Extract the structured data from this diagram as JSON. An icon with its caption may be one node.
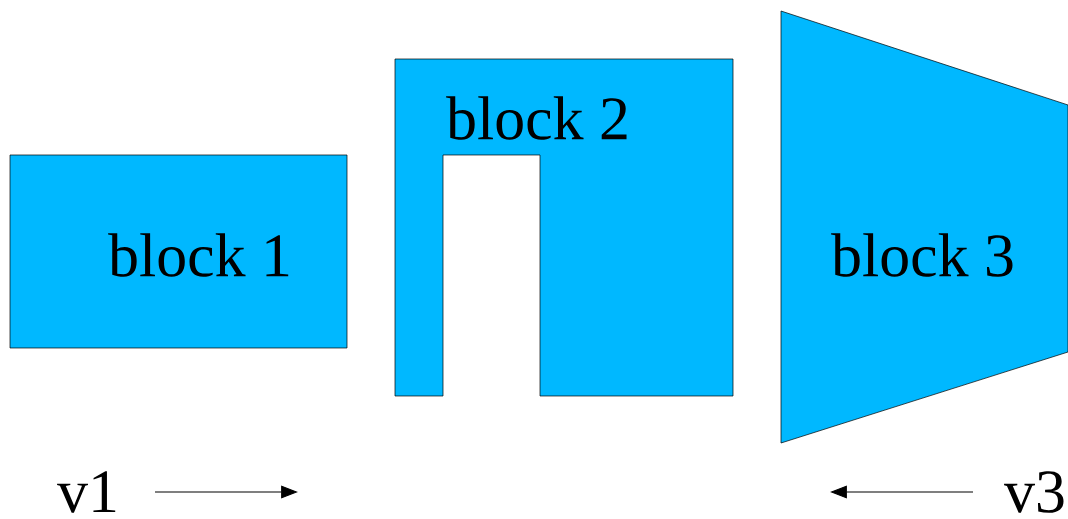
{
  "diagram": {
    "nodes": [
      {
        "text": [
          "block 1"
        ]
      },
      {
        "text": [
          "block 2"
        ]
      },
      {
        "text": [
          "block 3"
        ]
      }
    ],
    "labels": [
      "v1",
      "v3"
    ]
  }
}
